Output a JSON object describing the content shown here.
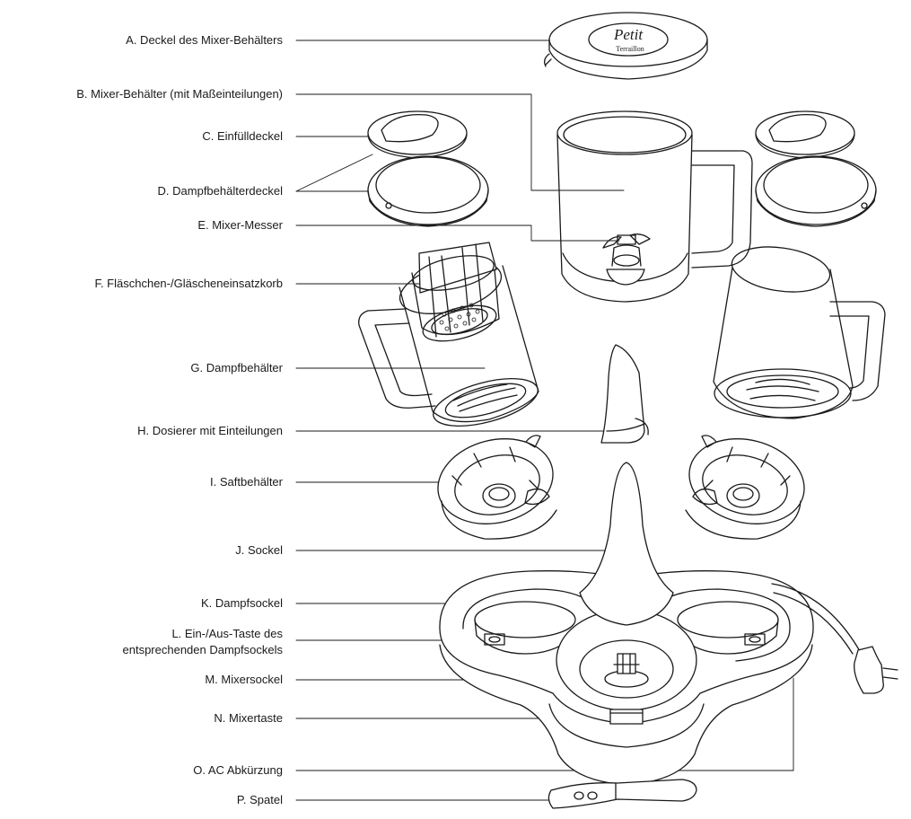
{
  "labels": {
    "A": "A. Deckel des Mixer-Behälters",
    "B": "B. Mixer-Behälter (mit Maßeinteilungen)",
    "C": "C. Einfülldeckel",
    "D": "D. Dampfbehälterdeckel",
    "E": "E. Mixer-Messer",
    "F": "F. Fläschchen-/Gläscheneinsatzkorb",
    "G": "G. Dampfbehälter",
    "H": "H. Dosierer mit Einteilungen",
    "I": "I. Saftbehälter",
    "J": "J. Sockel",
    "K": "K. Dampfsockel",
    "L1": "L. Ein-/Aus-Taste des",
    "L2": "entsprechenden Dampfsockels",
    "M": "M. Mixersockel",
    "N": "N. Mixertaste",
    "O": "O. AC Abkürzung",
    "P": "P. Spatel"
  },
  "logo": {
    "line1": "Petit",
    "line2": "Terraillon"
  }
}
